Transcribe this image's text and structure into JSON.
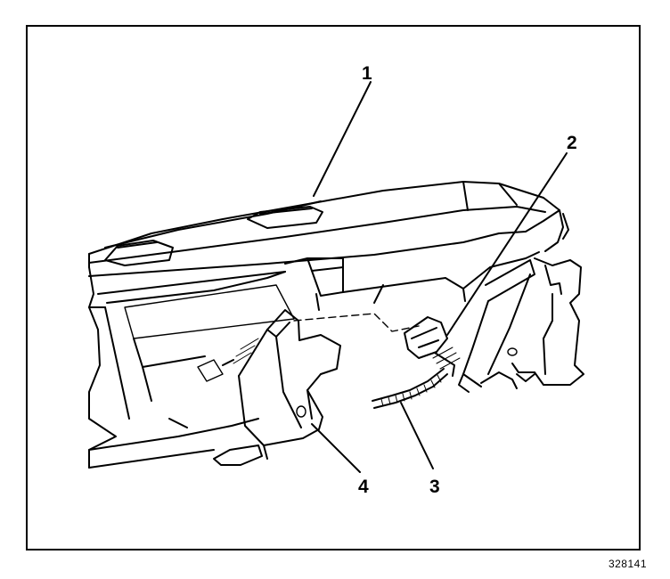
{
  "callouts": {
    "c1": "1",
    "c2": "2",
    "c3": "3",
    "c4": "4"
  },
  "figure_id": "328141"
}
